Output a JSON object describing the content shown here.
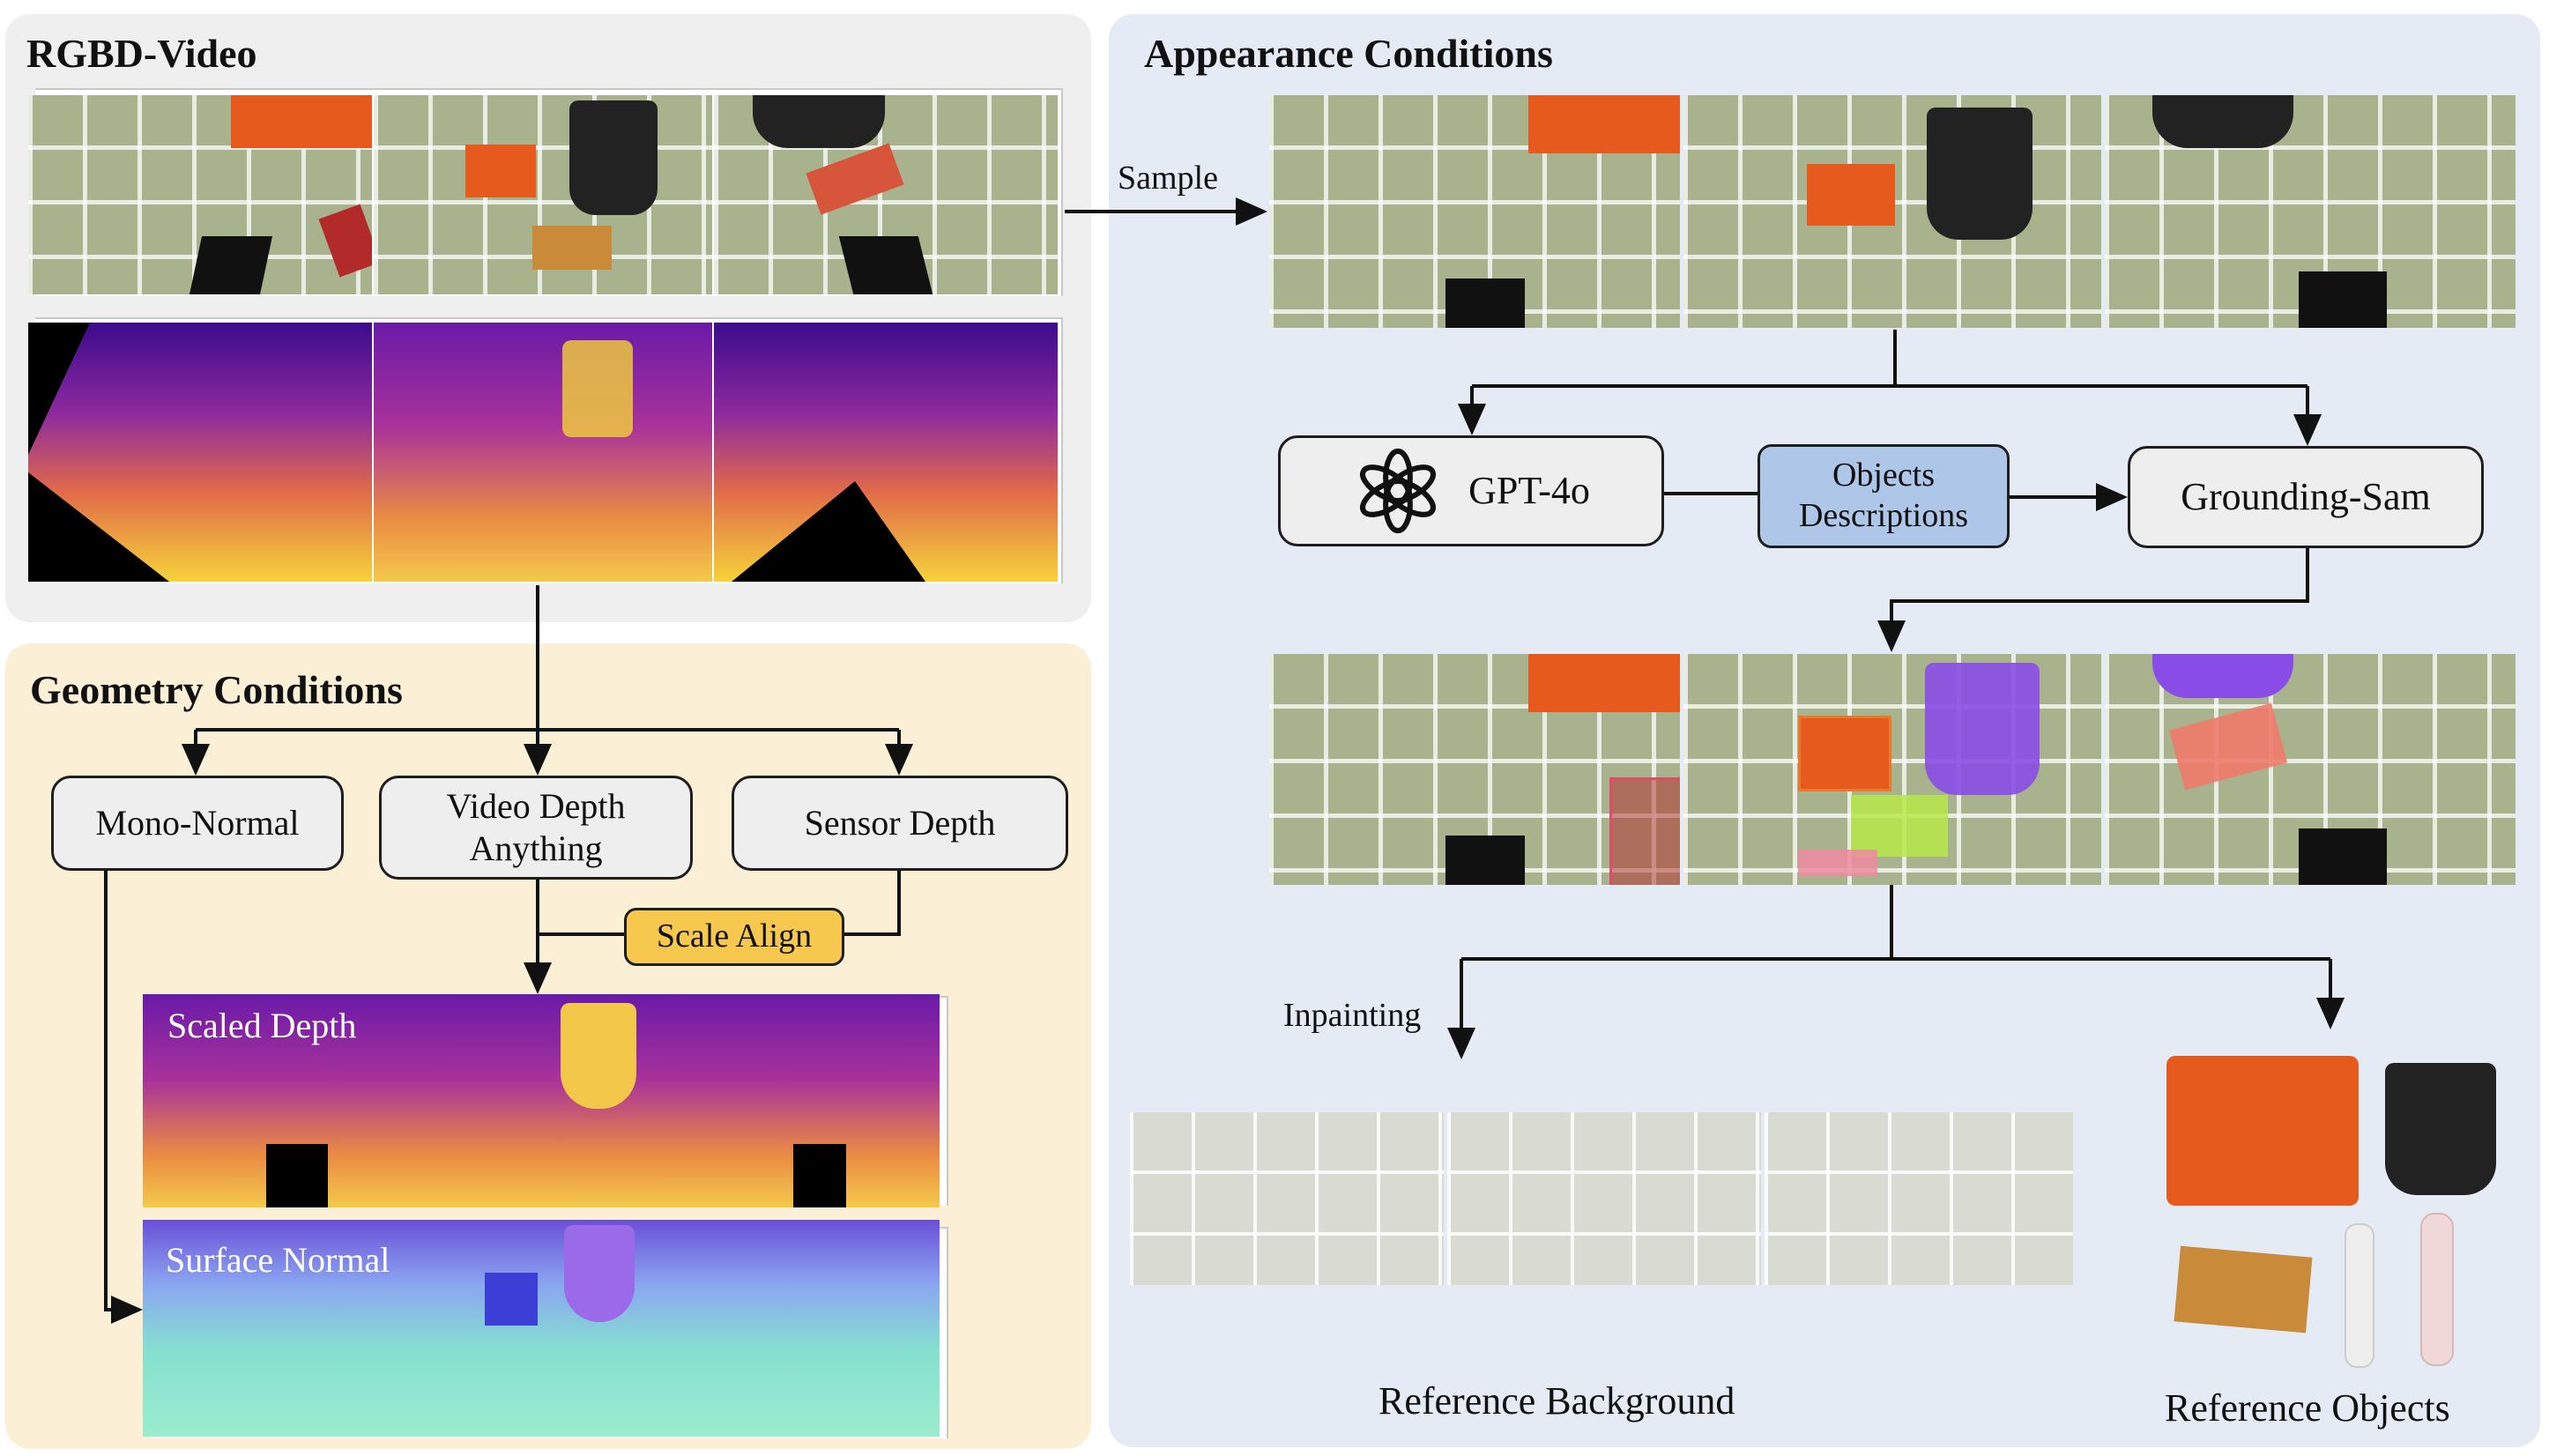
{
  "panels": {
    "rgbd": {
      "title": "RGBD-Video"
    },
    "geometry": {
      "title": "Geometry Conditions"
    },
    "appearance": {
      "title": "Appearance Conditions"
    }
  },
  "geometry_boxes": {
    "mono_normal": "Mono-Normal",
    "video_depth_line1": "Video Depth",
    "video_depth_line2": "Anything",
    "sensor_depth": "Sensor Depth",
    "scale_align": "Scale Align"
  },
  "geometry_tiles": {
    "scaled_depth": "Scaled Depth",
    "surface_normal": "Surface Normal"
  },
  "appearance_boxes": {
    "gpt": "GPT-4o",
    "objects_line1": "Objects",
    "objects_line2": "Descriptions",
    "grounding": "Grounding-Sam"
  },
  "edge_labels": {
    "sample": "Sample",
    "inpainting": "Inpainting"
  },
  "captions": {
    "reference_background": "Reference Background",
    "reference_objects": "Reference Objects"
  },
  "colors": {
    "rgbd_panel": "#efefef",
    "geometry_panel": "#fbf0d6",
    "appearance_panel": "#e4ebf5",
    "node_fill": "#eeeeee",
    "objects_fill": "#aec6e8",
    "scale_align_fill": "#f6c94e",
    "basket_orange": "#e65a1e",
    "mask_purple": "#8a4ce6"
  },
  "icons": [
    "openai-logo-icon"
  ]
}
